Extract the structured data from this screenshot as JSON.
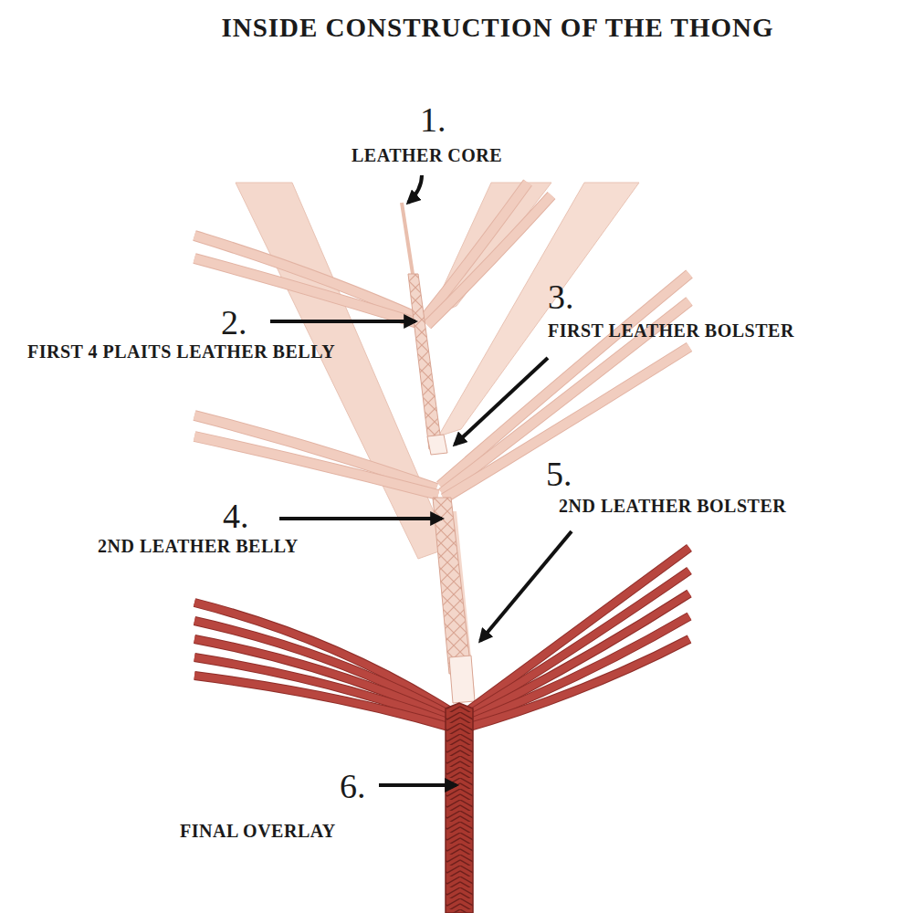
{
  "diagram": {
    "title": "INSIDE CONSTRUCTION OF THE THONG",
    "labels": [
      "1.",
      "LEATHER CORE",
      "2.",
      "FIRST 4 PLAITS LEATHER BELLY",
      "3.",
      "FIRST LEATHER BOLSTER",
      "4.",
      "2ND LEATHER BELLY",
      "5.",
      "2ND LEATHER BOLSTER",
      "6.",
      "FINAL OVERLAY"
    ]
  }
}
